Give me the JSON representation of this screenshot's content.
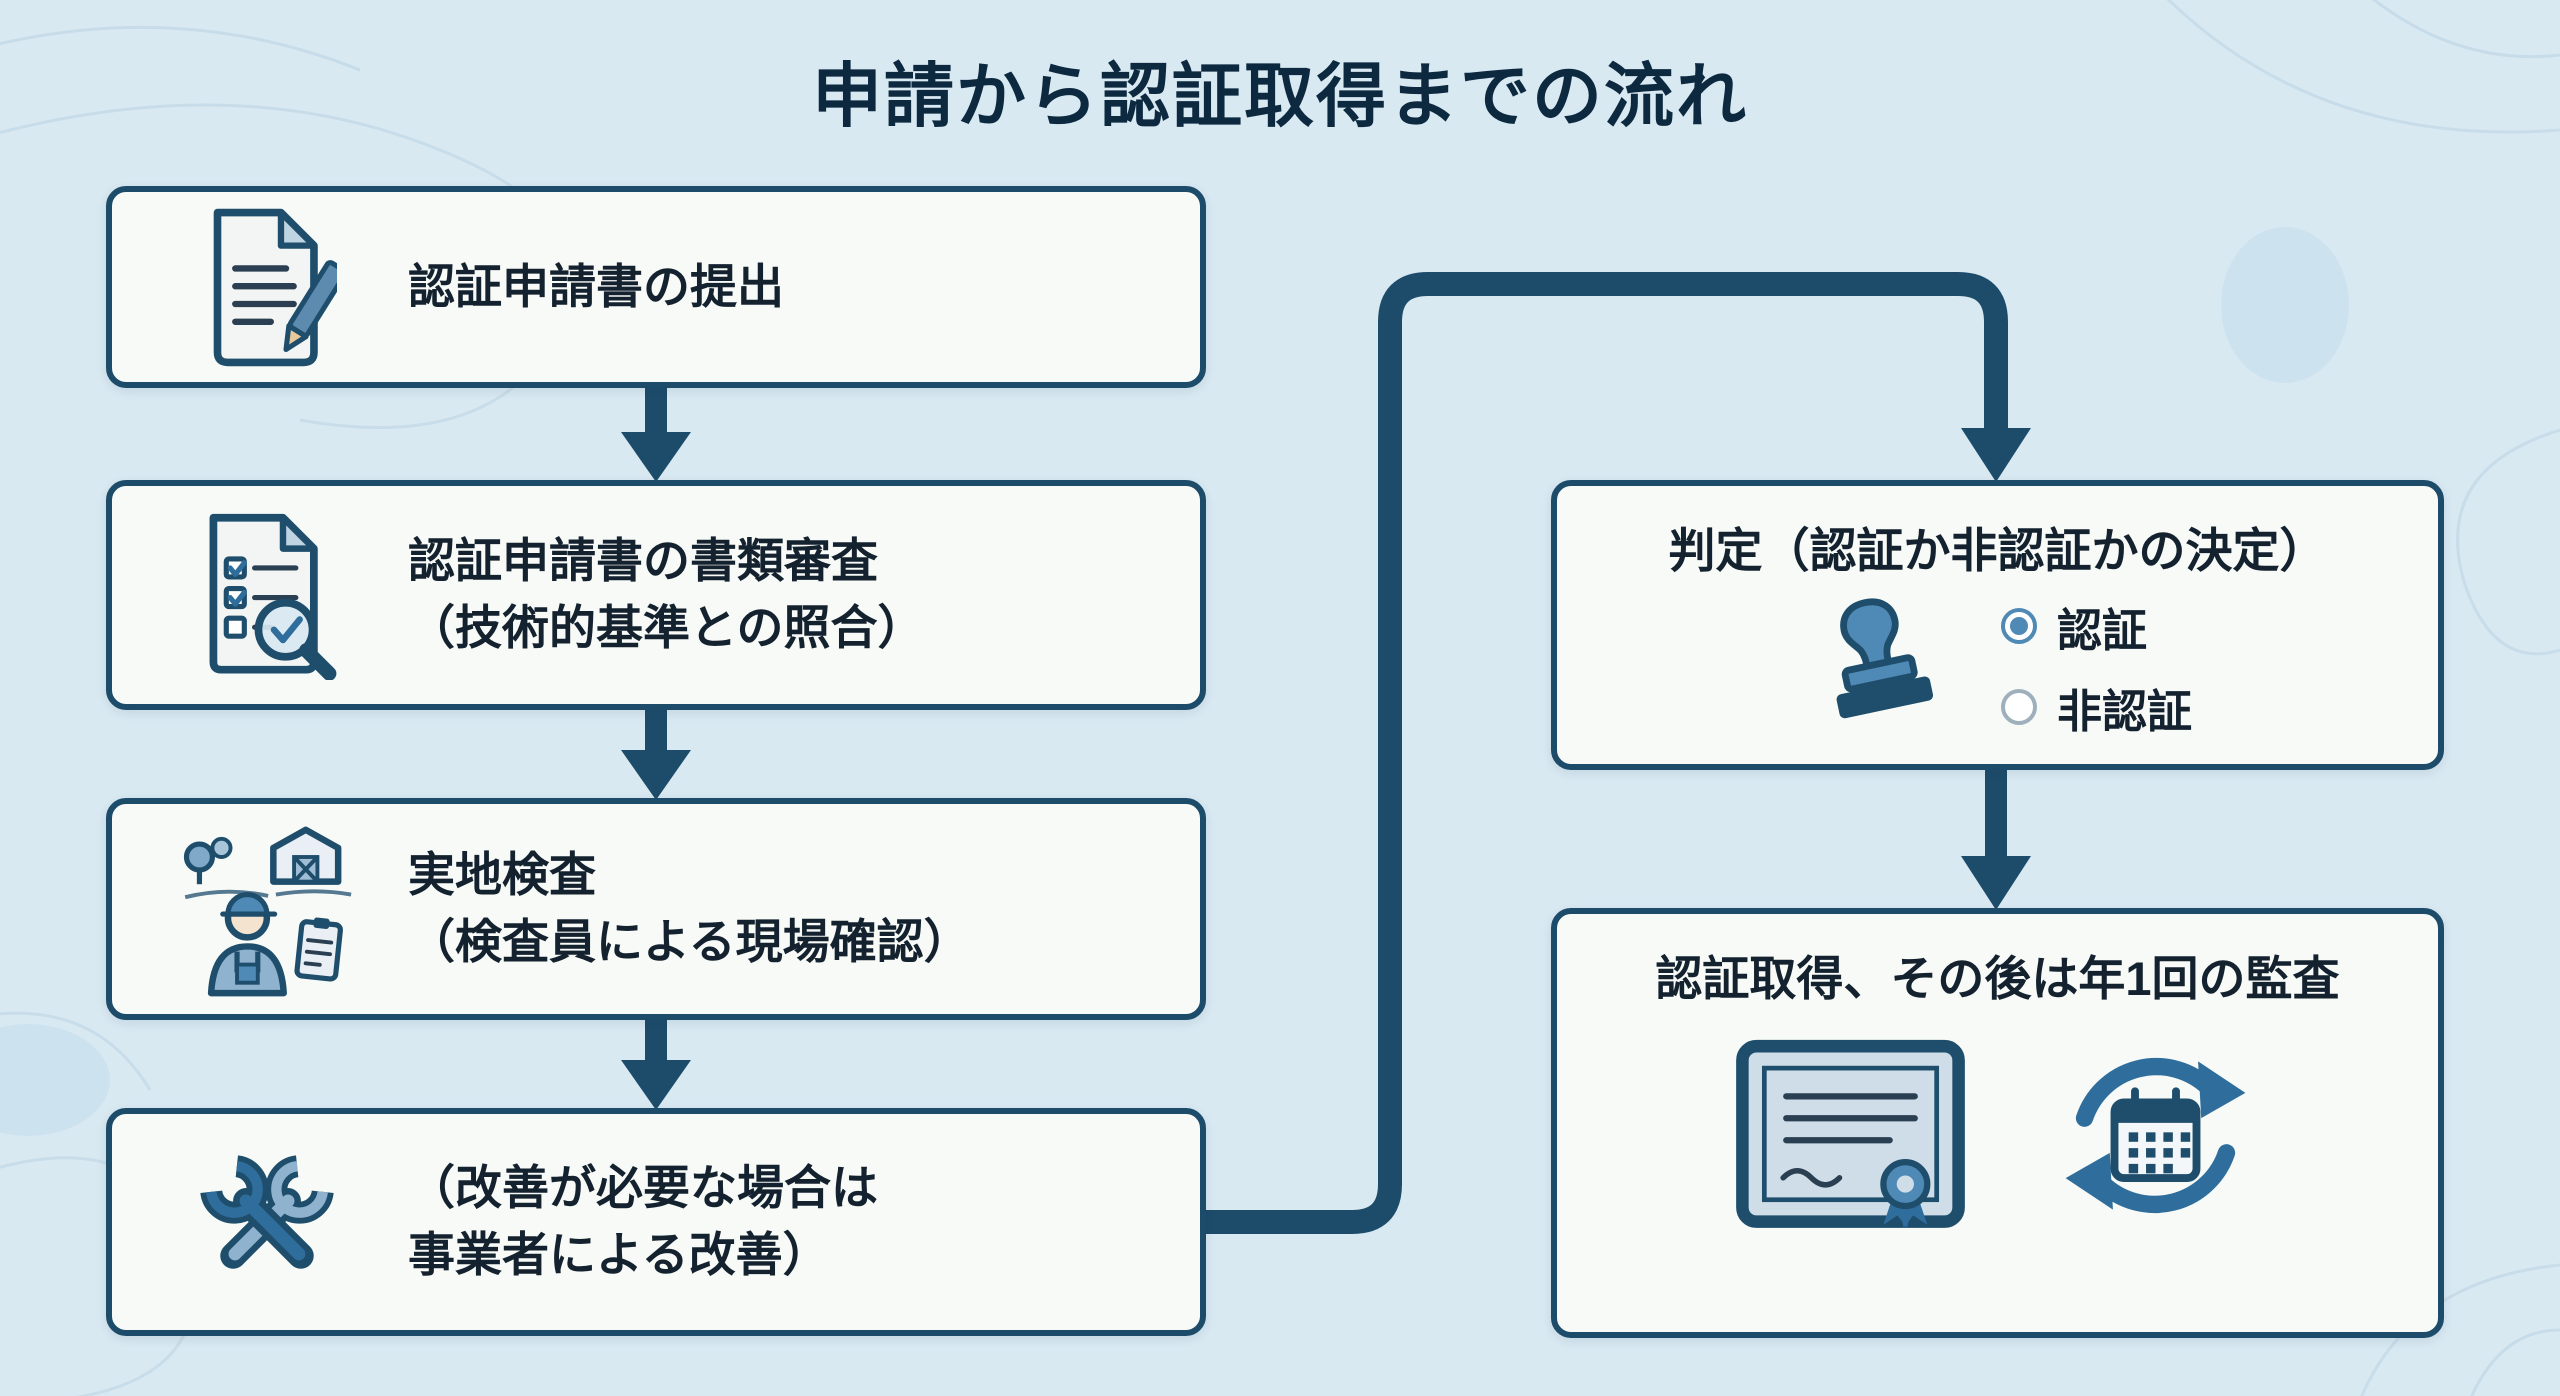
{
  "title": "申請から認証取得までの流れ",
  "colors": {
    "background": "#d9e9f2",
    "box_fill": "#f7faf6",
    "box_border": "#1d4c6b",
    "arrow": "#1d4c6b",
    "title_text": "#0c2940",
    "accent_steel_blue": "#4f89b5",
    "accent_light_blue": "#8fb3cf"
  },
  "left_steps": [
    {
      "line1": "認証申請書の提出",
      "line2": "",
      "icon": "document-pencil-icon"
    },
    {
      "line1": "認証申請書の書類審査",
      "line2": "（技術的基準との照合）",
      "icon": "checklist-magnifier-icon"
    },
    {
      "line1": "実地検査",
      "line2": "（検査員による現場確認）",
      "icon": "farm-inspector-icon"
    },
    {
      "line1": "（改善が必要な場合は",
      "line2": "事業者による改善）",
      "icon": "crossed-tools-icon"
    }
  ],
  "judgment": {
    "title": "判定（認証か非認証かの決定）",
    "icon": "stamp-icon",
    "option_certified": "認証",
    "option_not_certified": "非認証",
    "certified_selected": true
  },
  "result": {
    "title": "認証取得、その後は年1回の監査",
    "icons": [
      "certificate-icon",
      "annual-audit-cycle-icon"
    ]
  }
}
